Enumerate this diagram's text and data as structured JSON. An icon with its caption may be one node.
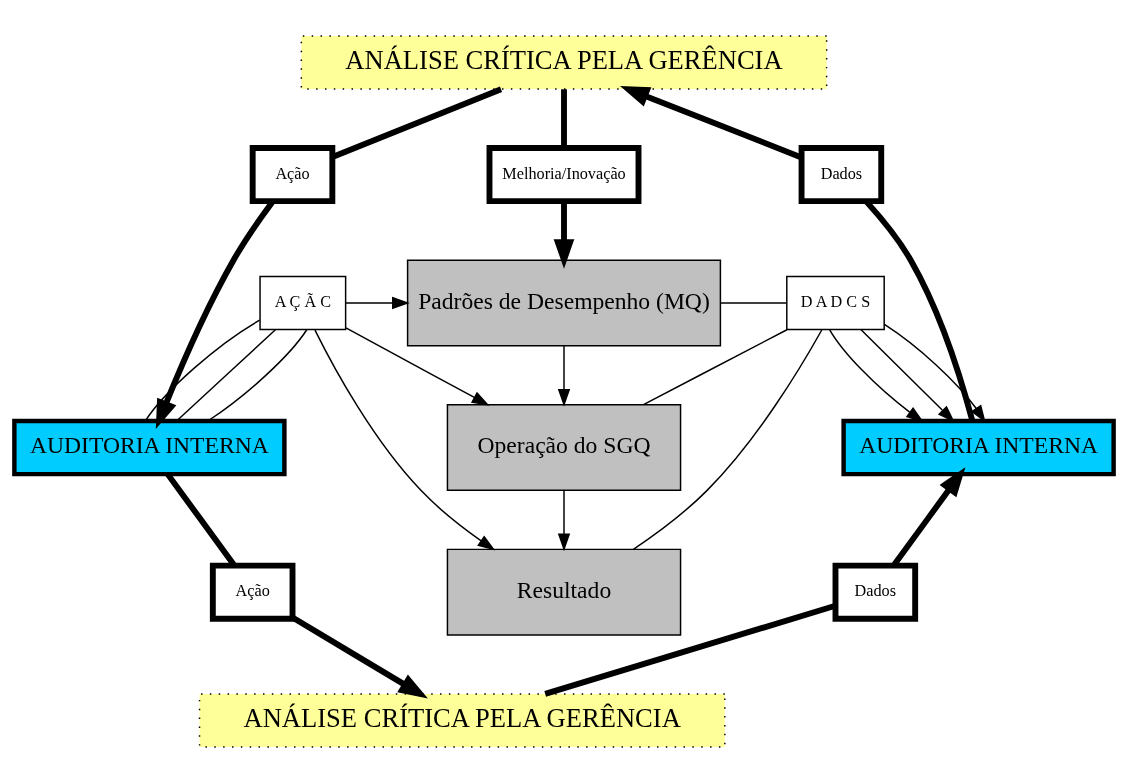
{
  "diagram": {
    "nodes": [
      {
        "text": [
          "ANÁLISE CRÍTICA PELA GERÊNCIA"
        ]
      },
      {
        "text": [
          "Melhoria/Inovação"
        ]
      },
      {
        "text": [
          "Dados"
        ]
      },
      {
        "text": [
          "Ação"
        ]
      },
      {
        "text": [
          "Padrões de Desempenho (MQ)"
        ]
      },
      {
        "text": [
          "D A D C S"
        ]
      },
      {
        "text": [
          "A Ç Ã C"
        ]
      },
      {
        "text": [
          "AUDITORIA INTERNA"
        ]
      },
      {
        "text": [
          "Operação do SGQ"
        ]
      },
      {
        "text": [
          "AUDITORIA INTERNA"
        ]
      },
      {
        "text": [
          "Dados"
        ]
      },
      {
        "text": [
          "Ação"
        ]
      },
      {
        "text": [
          "Resultado"
        ]
      },
      {
        "text": [
          "ANÁLISE CRÍTICA PELA GERÊNCIA"
        ]
      }
    ],
    "edges": [
      {
        "from": 7,
        "to": 2,
        "arrow": "none",
        "style": "thick"
      },
      {
        "from": 2,
        "to": 0,
        "arrow": "to",
        "style": "thick"
      },
      {
        "from": 0,
        "to": 1,
        "arrow": "none",
        "style": "thick"
      },
      {
        "from": 1,
        "to": 4,
        "arrow": "to",
        "style": "thick"
      },
      {
        "from": 0,
        "to": 3,
        "arrow": "none",
        "style": "thick"
      },
      {
        "from": 3,
        "to": 9,
        "arrow": "to",
        "style": "thick"
      },
      {
        "from": 4,
        "to": 8,
        "arrow": "to"
      },
      {
        "from": 8,
        "to": 12,
        "arrow": "to"
      },
      {
        "from": 4,
        "to": 5,
        "arrow": "none"
      },
      {
        "from": 8,
        "to": 5,
        "arrow": "none"
      },
      {
        "from": 12,
        "to": 5,
        "arrow": "none"
      },
      {
        "from": 5,
        "to": 7,
        "arrow": "to"
      },
      {
        "from": 5,
        "to": 7,
        "arrow": "to"
      },
      {
        "from": 5,
        "to": 7,
        "arrow": "to"
      },
      {
        "from": 9,
        "to": 6,
        "arrow": "none"
      },
      {
        "from": 9,
        "to": 6,
        "arrow": "none"
      },
      {
        "from": 9,
        "to": 6,
        "arrow": "none"
      },
      {
        "from": 6,
        "to": 4,
        "arrow": "to"
      },
      {
        "from": 6,
        "to": 8,
        "arrow": "to"
      },
      {
        "from": 6,
        "to": 12,
        "arrow": "to"
      },
      {
        "from": 9,
        "to": 11,
        "arrow": "none",
        "style": "thick"
      },
      {
        "from": 11,
        "to": 13,
        "arrow": "to",
        "style": "thick"
      },
      {
        "from": 13,
        "to": 10,
        "arrow": "none",
        "style": "thick"
      },
      {
        "from": 10,
        "to": 7,
        "arrow": "to",
        "style": "thick"
      }
    ]
  }
}
